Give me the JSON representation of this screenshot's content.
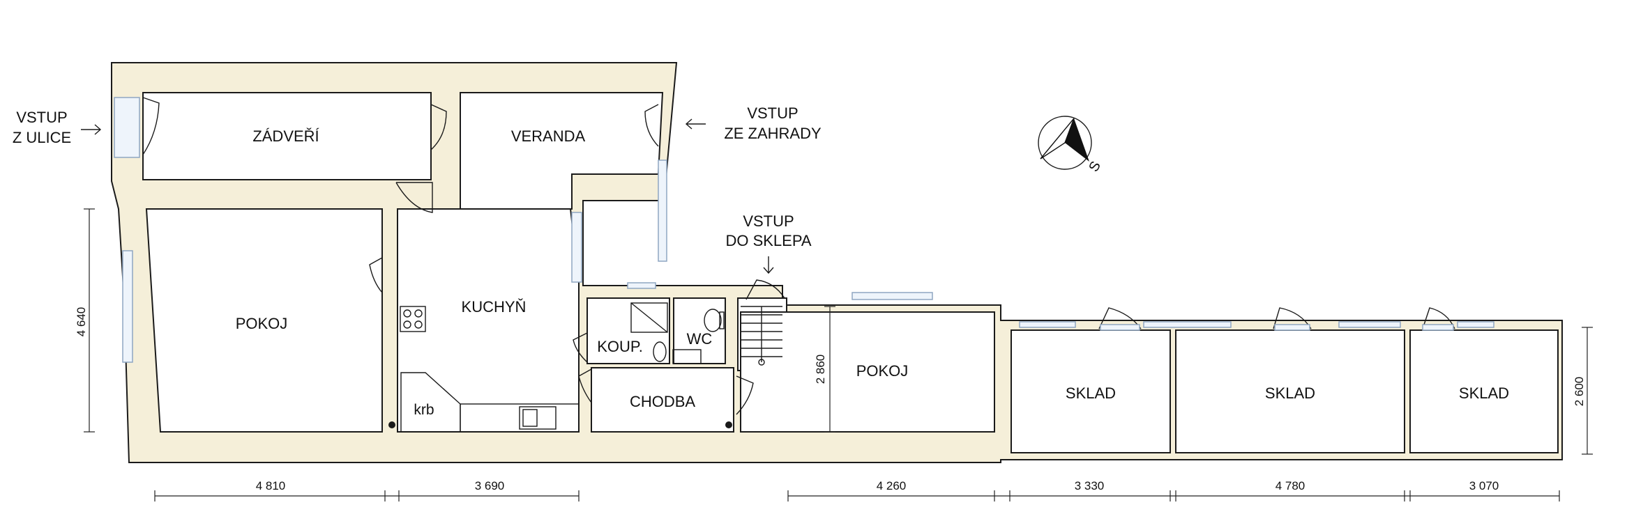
{
  "entrances": {
    "street": [
      "VSTUP",
      "Z ULICE"
    ],
    "garden": [
      "VSTUP",
      "ZE ZAHRADY"
    ],
    "cellar": [
      "VSTUP",
      "DO SKLEPA"
    ]
  },
  "rooms": {
    "zadveri": "ZÁDVEŘÍ",
    "veranda": "VERANDA",
    "pokoj_left": "POKOJ",
    "kuchyn": "KUCHYŇ",
    "koupelna": "KOUP.",
    "wc": "WC",
    "chodba": "CHODBA",
    "pokoj_right": "POKOJ",
    "sklad_1": "SKLAD",
    "sklad_2": "SKLAD",
    "sklad_3": "SKLAD"
  },
  "fixtures": {
    "fireplace": "krb"
  },
  "compass": {
    "label": "S"
  },
  "dimensions": {
    "horizontal": [
      "4 810",
      "3 690",
      "4 260",
      "3 330",
      "4 780",
      "3 070"
    ],
    "vertical_left": "4 640",
    "vertical_room": "2 860",
    "vertical_right": "2 600"
  },
  "colors": {
    "wall_fill": "#f5efd9",
    "glass": "#eef4fb",
    "line": "#1a1a1a"
  }
}
